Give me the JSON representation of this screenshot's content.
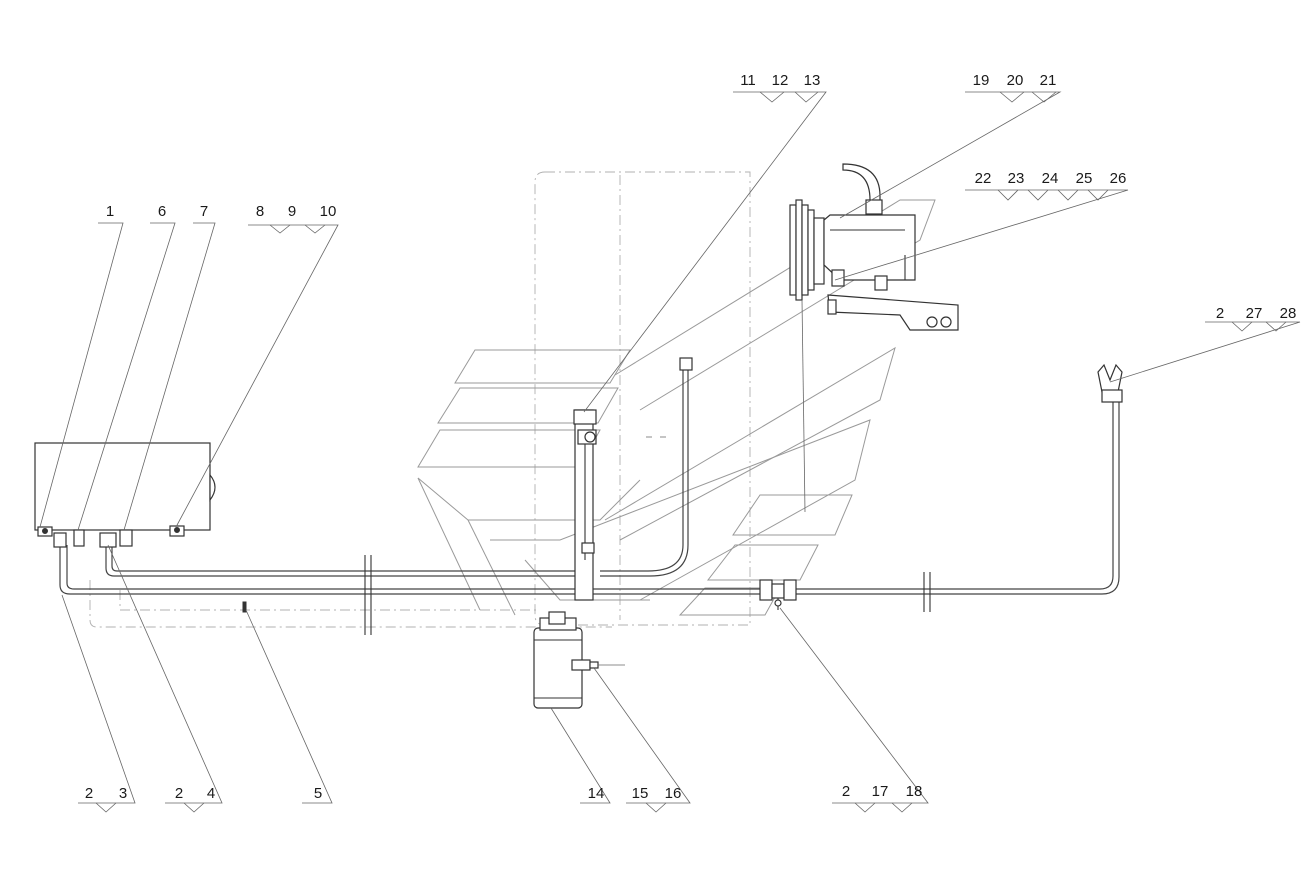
{
  "callouts": [
    {
      "id": "c1",
      "numbers": [
        "1"
      ]
    },
    {
      "id": "c6",
      "numbers": [
        "6"
      ]
    },
    {
      "id": "c7",
      "numbers": [
        "7"
      ]
    },
    {
      "id": "c8",
      "numbers": [
        "8",
        "9",
        "10"
      ]
    },
    {
      "id": "c11",
      "numbers": [
        "11",
        "12",
        "13"
      ]
    },
    {
      "id": "c19",
      "numbers": [
        "19",
        "20",
        "21"
      ]
    },
    {
      "id": "c22",
      "numbers": [
        "22",
        "23",
        "24",
        "25",
        "26"
      ]
    },
    {
      "id": "c2a",
      "numbers": [
        "2",
        "27",
        "28"
      ]
    },
    {
      "id": "c2b",
      "numbers": [
        "2",
        "3"
      ]
    },
    {
      "id": "c2c",
      "numbers": [
        "2",
        "4"
      ]
    },
    {
      "id": "c5",
      "numbers": [
        "5"
      ]
    },
    {
      "id": "c14",
      "numbers": [
        "14"
      ]
    },
    {
      "id": "c15",
      "numbers": [
        "15",
        "16"
      ]
    },
    {
      "id": "c2d",
      "numbers": [
        "2",
        "17",
        "18"
      ]
    }
  ]
}
